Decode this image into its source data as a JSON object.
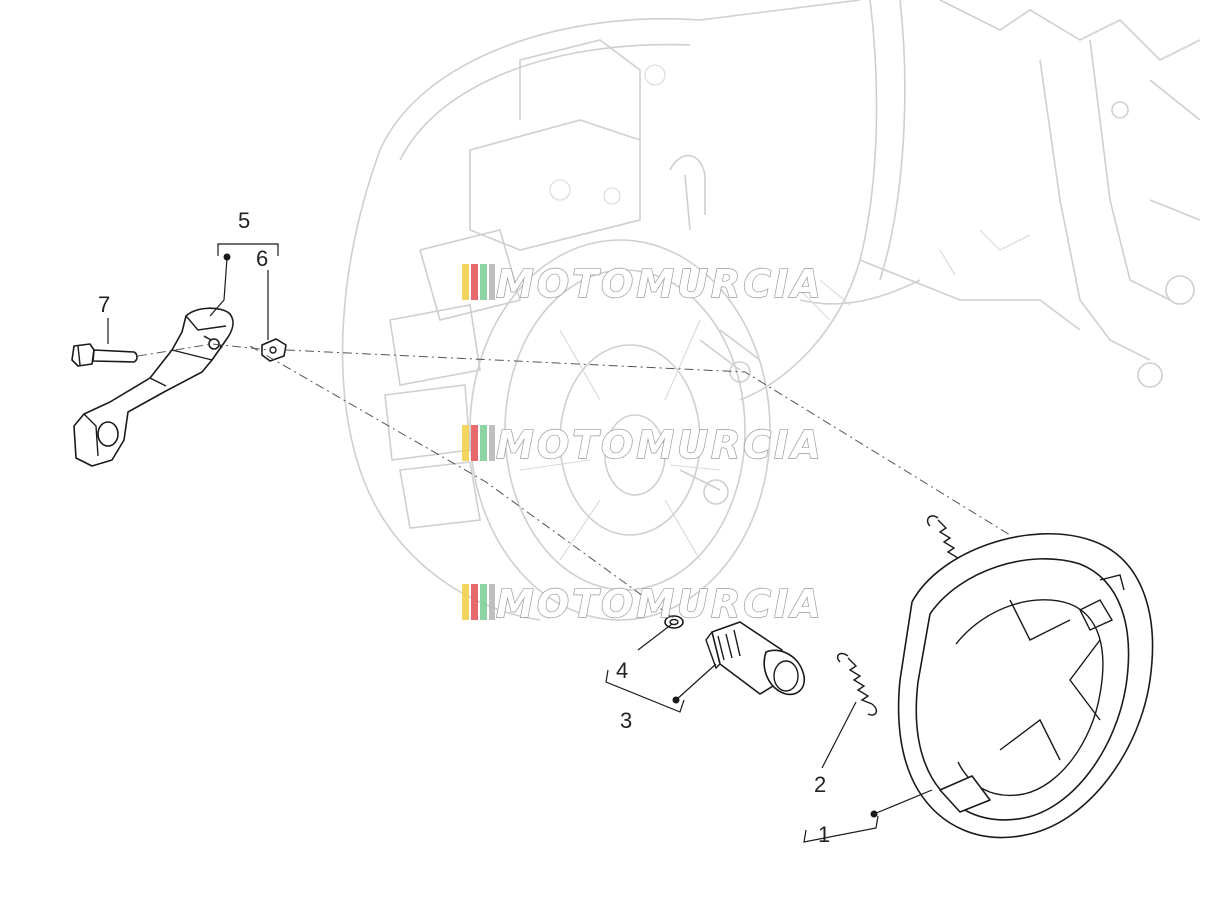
{
  "callouts": {
    "c1": "1",
    "c2": "2",
    "c3": "3",
    "c4": "4",
    "c5": "5",
    "c6": "6",
    "c7": "7"
  },
  "watermark": {
    "text": "MOTOMURCIA",
    "stripe_colors": [
      "#f2d14b",
      "#e4585d",
      "#7fcf9a",
      "#b8b8b8"
    ]
  },
  "colors": {
    "line": "#1a1a1a",
    "ghost": "#cfcfcf"
  }
}
